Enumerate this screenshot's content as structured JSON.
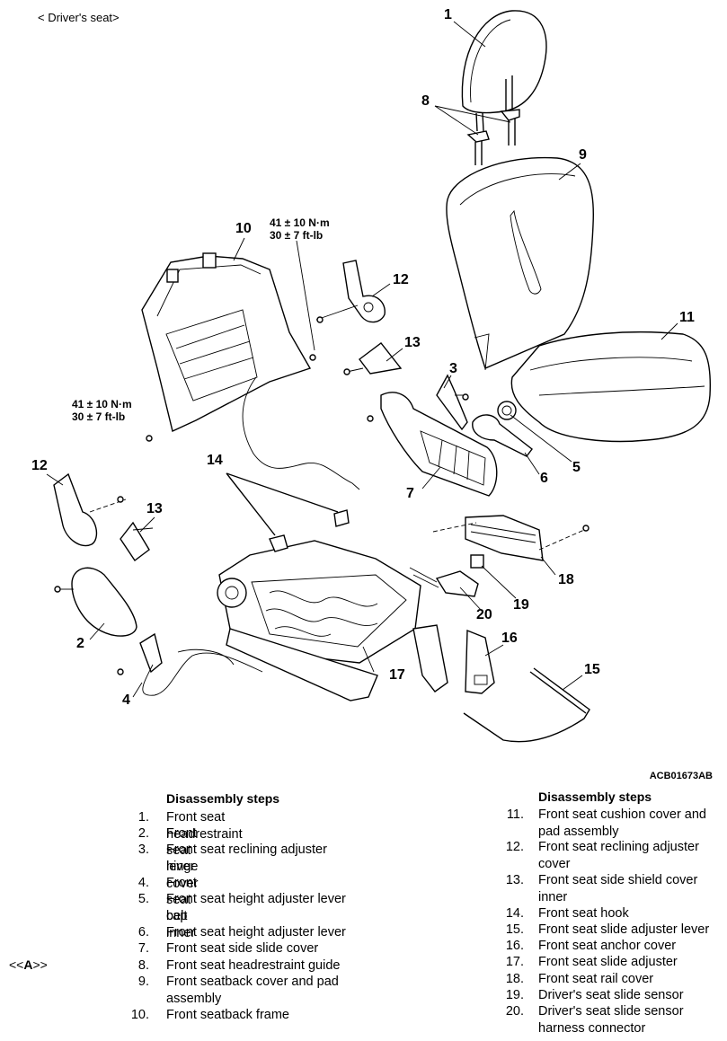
{
  "caption": "< Driver's seat>",
  "torque_specs": [
    {
      "nm": "41 ± 10 N·m",
      "ftlb": "30 ± 7 ft-lb"
    },
    {
      "nm": "41 ± 10 N·m",
      "ftlb": "30 ± 7 ft-lb"
    }
  ],
  "callouts": [
    "1",
    "2",
    "3",
    "4",
    "5",
    "6",
    "7",
    "8",
    "9",
    "10",
    "11",
    "12",
    "12",
    "13",
    "13",
    "14",
    "15",
    "16",
    "17",
    "18",
    "19",
    "20"
  ],
  "figure_code": "ACB01673AB",
  "left_list": {
    "title": "Disassembly steps",
    "steps": [
      {
        "num": "1.",
        "text": "Front seat headrestraint"
      },
      {
        "num": "2.",
        "text": "Front seat hinge cover"
      },
      {
        "num": "3.",
        "text": "Front seat reclining adjuster",
        "cont": "lever"
      },
      {
        "num": "4.",
        "text": "Front seat belt inner"
      },
      {
        "num": "5.",
        "text": "Front seat height adjuster lever",
        "cont": "cap"
      },
      {
        "num": "6.",
        "text": "Front seat height adjuster lever"
      },
      {
        "num": "7.",
        "text": "Front seat side slide cover"
      },
      {
        "num": "8.",
        "text": "Front seat headrestraint guide"
      },
      {
        "num": "9.",
        "text": "Front seatback cover and pad",
        "cont": "assembly"
      },
      {
        "num": "10.",
        "text": "Front seatback frame"
      }
    ]
  },
  "right_list": {
    "title": "Disassembly steps",
    "steps": [
      {
        "num": "11.",
        "text": "Front seat cushion cover and",
        "cont": "pad assembly"
      },
      {
        "num": "12.",
        "text": "Front seat reclining adjuster",
        "cont": "cover"
      },
      {
        "num": "13.",
        "text": "Front seat side shield cover",
        "cont": "inner"
      },
      {
        "num": "14.",
        "text": "Front seat hook"
      },
      {
        "num": "15.",
        "text": "Front seat slide adjuster lever"
      },
      {
        "num": "16.",
        "text": "Front seat anchor cover"
      },
      {
        "num": "17.",
        "text": "Front seat slide adjuster"
      },
      {
        "num": "18.",
        "text": "Front seat rail cover"
      },
      {
        "num": "19.",
        "text": "Driver's seat slide sensor"
      },
      {
        "num": "20.",
        "text": "Driver's seat slide sensor",
        "cont": "harness connector"
      }
    ]
  },
  "marker": {
    "open": "<<",
    "letter": "A",
    "close": ">>"
  }
}
